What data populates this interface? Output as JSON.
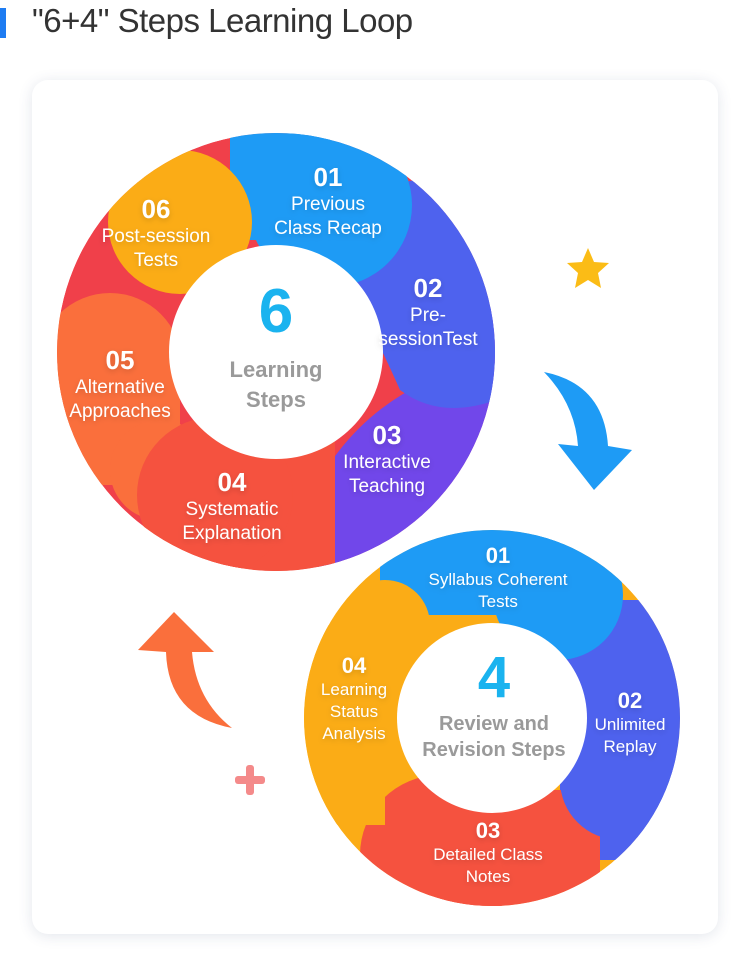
{
  "page": {
    "title": "\"6+4\" Steps Learning Loop"
  },
  "loop_one": {
    "center_number": "6",
    "center_label": [
      "Learning",
      "Steps"
    ],
    "steps": [
      {
        "num": "01",
        "label": [
          "Previous",
          "Class Recap"
        ],
        "color": "#1e9bf5"
      },
      {
        "num": "02",
        "label": [
          "Pre-",
          "sessionTest"
        ],
        "color": "#4e62ee"
      },
      {
        "num": "03",
        "label": [
          "Interactive",
          "Teaching"
        ],
        "color": "#7147ea"
      },
      {
        "num": "04",
        "label": [
          "Systematic",
          "Explanation"
        ],
        "color": "#f5523f"
      },
      {
        "num": "05",
        "label": [
          "Alternative",
          "Approaches"
        ],
        "color": "#fa6f3c"
      },
      {
        "num": "06",
        "label": [
          "Post-session",
          "Tests"
        ],
        "color": "#fbac16"
      }
    ]
  },
  "loop_two": {
    "center_number": "4",
    "center_label": [
      "Review and",
      "Revision Steps"
    ],
    "steps": [
      {
        "num": "01",
        "label": [
          "Syllabus Coherent",
          "Tests"
        ],
        "color": "#1e9bf5"
      },
      {
        "num": "02",
        "label": [
          "Unlimited",
          "Replay"
        ],
        "color": "#4e62ee"
      },
      {
        "num": "03",
        "label": [
          "Detailed Class",
          "Notes"
        ],
        "color": "#f5523f"
      },
      {
        "num": "04",
        "label": [
          "Learning",
          "Status",
          "Analysis"
        ],
        "color": "#fbac16"
      }
    ]
  },
  "colors": {
    "accent": "#1e7cf2",
    "center_number": "#1ab3ef",
    "arrow_blue": "#1e9bf5",
    "arrow_orange": "#fa6f3c",
    "star": "#fbbc16",
    "plus": "#f48a8a",
    "red_edge": "#f0404a"
  },
  "icons": [
    "star-icon",
    "plus-icon",
    "arrow-down-icon",
    "arrow-up-icon"
  ]
}
